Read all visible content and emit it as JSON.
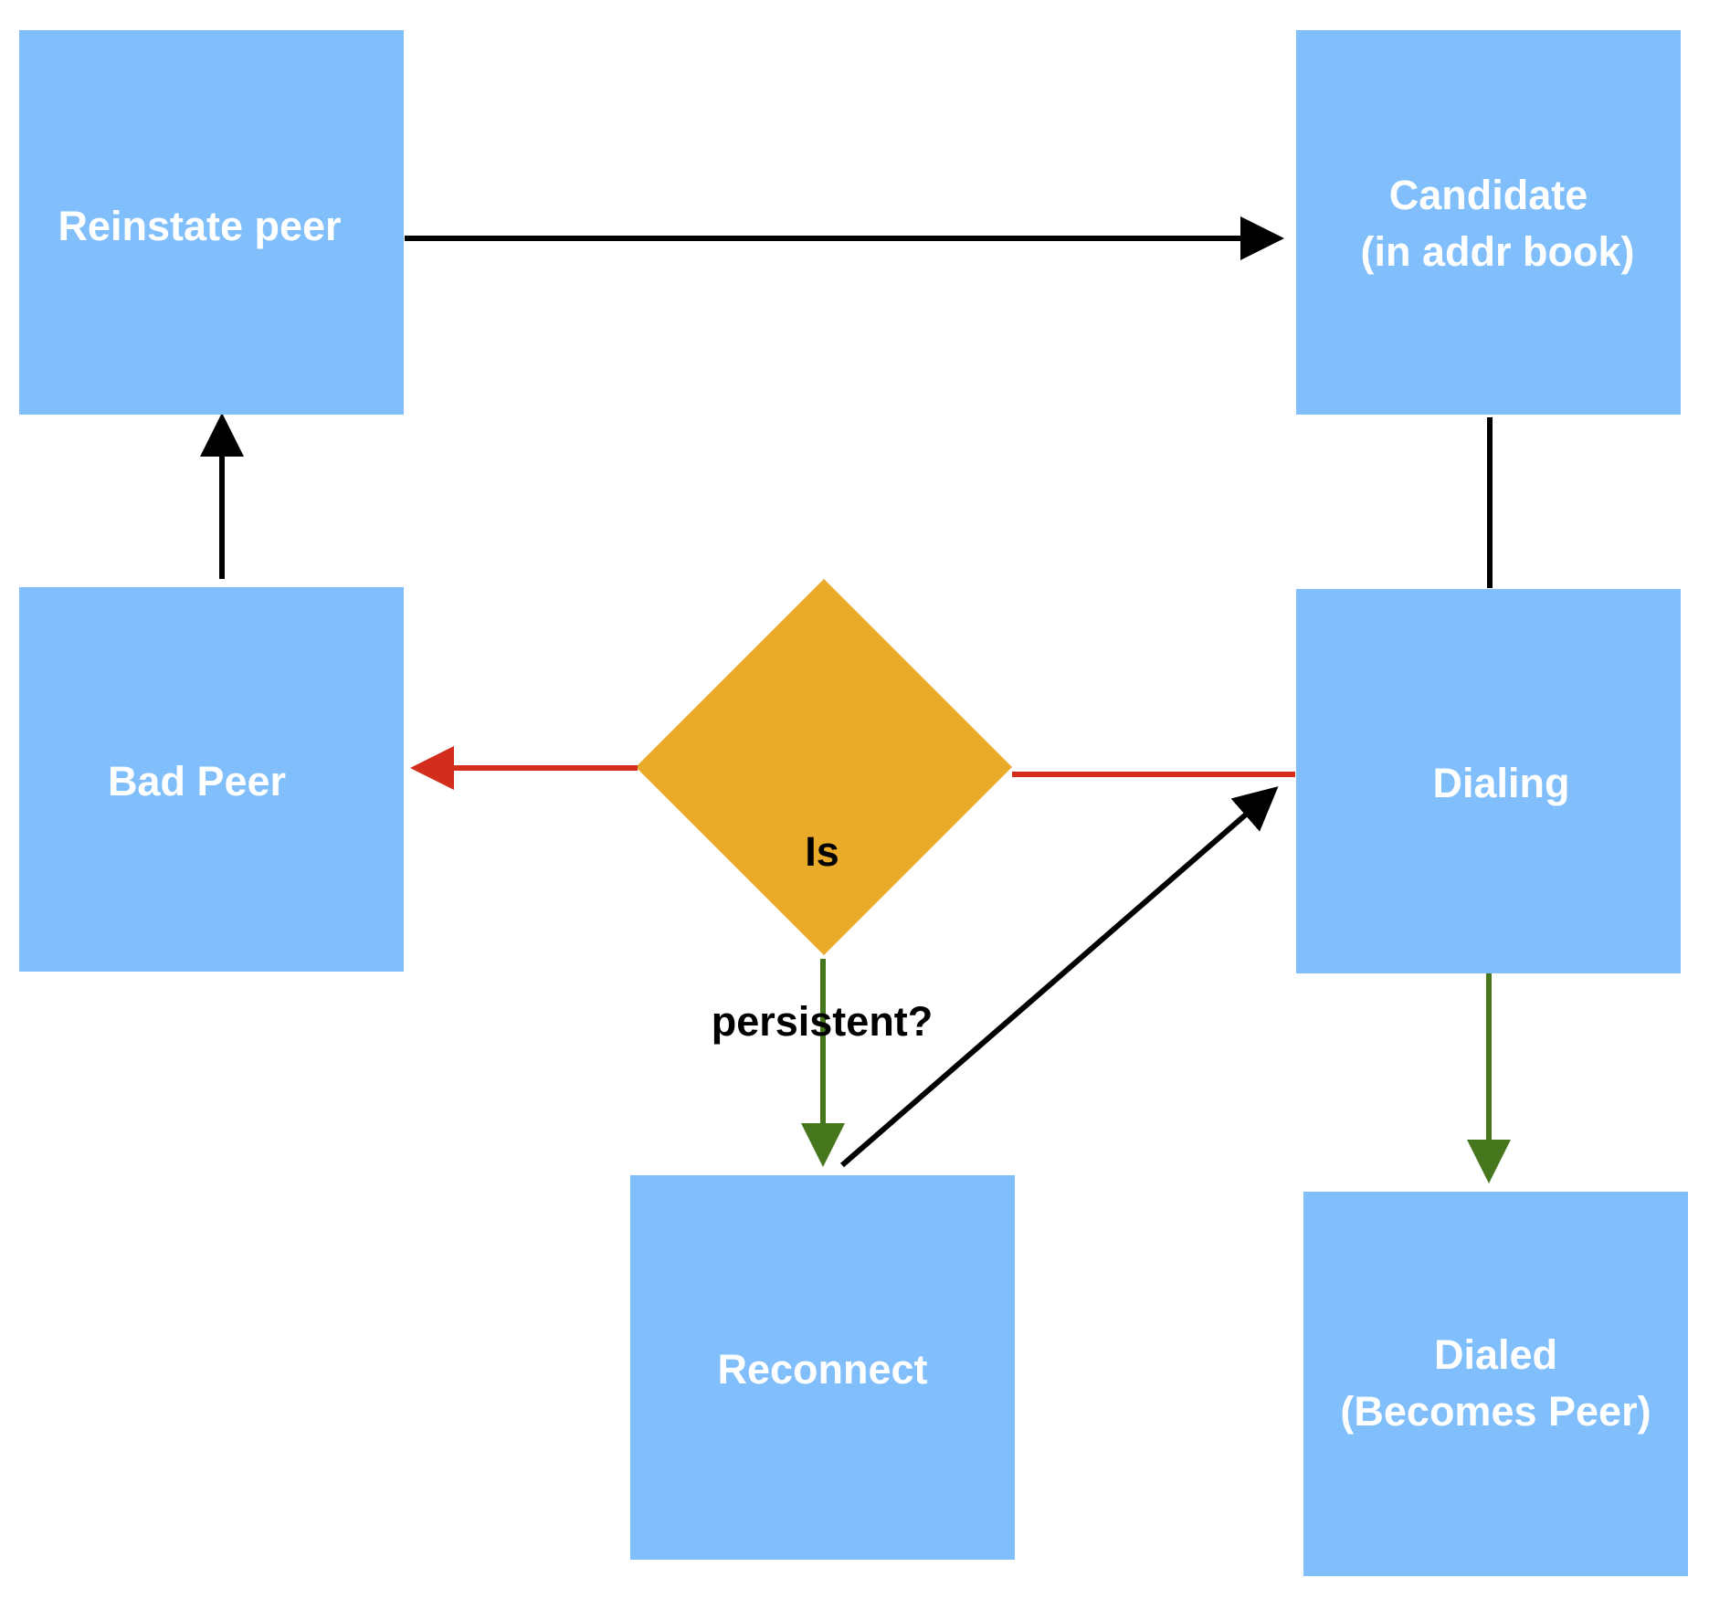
{
  "nodes": {
    "reinstate_peer": {
      "label": "Reinstate peer"
    },
    "candidate": {
      "line1": "Candidate",
      "line2": "(in addr book)"
    },
    "bad_peer": {
      "label": "Bad Peer"
    },
    "is_persistent": {
      "line1": "Is",
      "line2": "persistent?"
    },
    "dialing": {
      "label": "Dialing"
    },
    "reconnect": {
      "label": "Reconnect"
    },
    "dialed": {
      "line1": "Dialed",
      "line2": "(Becomes Peer)"
    }
  },
  "colors": {
    "box_fill": "#80bffb",
    "box_text": "#ffffff",
    "decision_fill": "#eaab2b",
    "decision_text": "#000000",
    "edge_default": "#000000",
    "edge_no": "#d32d1e",
    "edge_yes": "#47771c"
  }
}
